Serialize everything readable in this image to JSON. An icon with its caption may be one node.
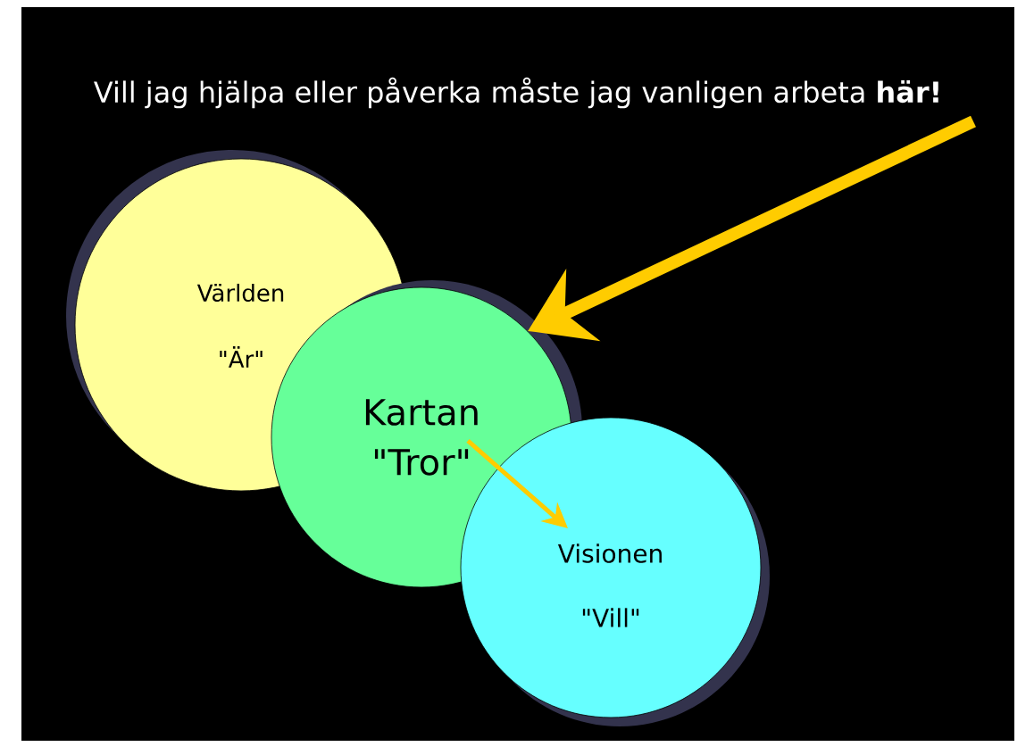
{
  "diagram": {
    "title": "Vill jag hjälpa eller påverka måste jag vanligen arbeta **här!**",
    "nodes": [
      {
        "text": [
          "Världen",
          "\"Är\""
        ]
      },
      {
        "text": [
          "Kartan",
          "\"Tror\""
        ]
      },
      {
        "text": [
          "Visionen",
          "\"Vill\""
        ]
      }
    ],
    "edges": [
      {
        "from": null,
        "to": 1,
        "arrow": "to",
        "style": "thick"
      },
      {
        "from": 1,
        "to": 2,
        "arrow": "to"
      }
    ]
  }
}
